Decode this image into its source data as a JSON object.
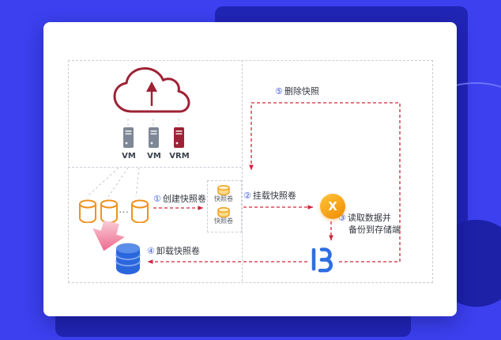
{
  "colors": {
    "background": "#3c40ee",
    "panel_dark": "#2125b5",
    "card": "#ffffff",
    "connector_red": "#d4243a",
    "connector_gray": "#c3c8d2",
    "cloud_maroon": "#9e2235",
    "server_gray": "#7e8795",
    "cylinder_orange": "#f0921e",
    "snapshot_yellow": "#eda324",
    "database_blue": "#2a66dd",
    "backup_logo_orange": "#ef8a00",
    "storage_logo_blue": "#2e6ee2",
    "step_number_blue": "#3b5bdf",
    "text_dark": "#33373f"
  },
  "diagram": {
    "management_zone": {
      "vm_labels": [
        "VM",
        "VM",
        "VRM"
      ]
    },
    "storage_zone": {
      "ellipsis": "…"
    },
    "snapshot_box": {
      "volumes": [
        "快照卷",
        "快照卷"
      ]
    },
    "steps": [
      {
        "num": "①",
        "label": "创建快照卷"
      },
      {
        "num": "②",
        "label": "挂载快照卷"
      },
      {
        "num": "③",
        "label": "读取数据并",
        "label_line2": "备份到存储端"
      },
      {
        "num": "④",
        "label": "卸载快照卷"
      },
      {
        "num": "⑤",
        "label": "删除快照"
      }
    ],
    "logos": {
      "backup": "X"
    }
  }
}
